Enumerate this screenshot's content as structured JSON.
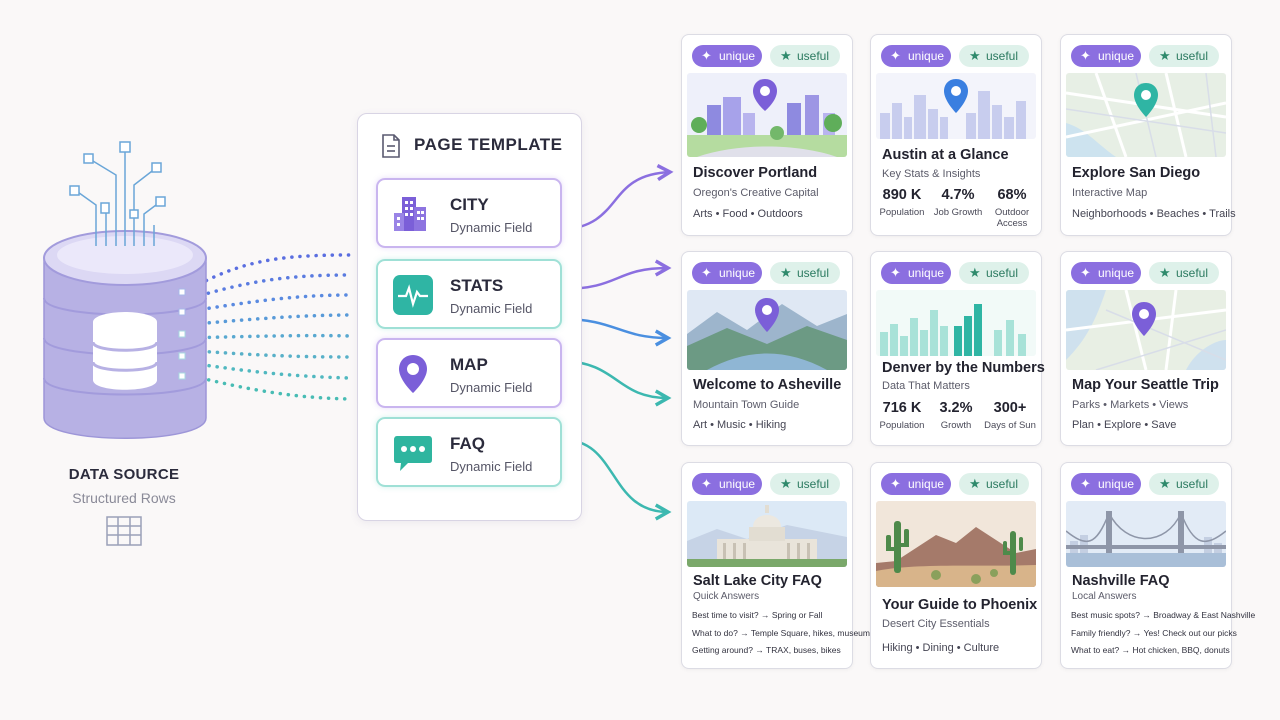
{
  "data_source": {
    "title": "DATA SOURCE",
    "subtitle": "Structured Rows"
  },
  "template": {
    "title": "PAGE TEMPLATE",
    "fields": [
      {
        "name": "CITY",
        "sub": "Dynamic Field",
        "icon": "buildings-icon"
      },
      {
        "name": "STATS",
        "sub": "Dynamic Field",
        "icon": "pulse-icon"
      },
      {
        "name": "MAP",
        "sub": "Dynamic Field",
        "icon": "map-pin-icon"
      },
      {
        "name": "FAQ",
        "sub": "Dynamic Field",
        "icon": "chat-bubble-icon"
      }
    ]
  },
  "badges": {
    "unique": "unique",
    "useful": "useful"
  },
  "colors": {
    "purple": "#8b6fe0",
    "teal": "#3cb8b0",
    "blue": "#4a8fe0"
  },
  "cards": [
    {
      "title": "Discover Portland",
      "subtitle": "Oregon's Creative Capital",
      "tags": "Arts • Food • Outdoors"
    },
    {
      "title": "Austin at a Glance",
      "subtitle": "Key Stats & Insights",
      "stats": [
        {
          "value": "890 K",
          "label": "Population"
        },
        {
          "value": "4.7%",
          "label": "Job Growth"
        },
        {
          "value": "68%",
          "label": "Outdoor Access"
        }
      ]
    },
    {
      "title": "Explore San Diego",
      "subtitle": "Interactive Map",
      "tags": "Neighborhoods • Beaches • Trails"
    },
    {
      "title": "Welcome to Asheville",
      "subtitle": "Mountain Town Guide",
      "tags": "Art • Music • Hiking"
    },
    {
      "title": "Denver by the Numbers",
      "subtitle": "Data That Matters",
      "stats": [
        {
          "value": "716 K",
          "label": "Population"
        },
        {
          "value": "3.2%",
          "label": "Growth"
        },
        {
          "value": "300+",
          "label": "Days of Sun"
        }
      ]
    },
    {
      "title": "Map Your Seattle Trip",
      "subtitle": "Parks • Markets • Views",
      "tags": "Plan • Explore • Save"
    },
    {
      "title": "Salt Lake City FAQ",
      "subtitle": "Quick Answers",
      "faq": [
        {
          "q": "Best time to visit?",
          "a": "Spring or Fall"
        },
        {
          "q": "What to do?",
          "a": "Temple Square, hikes, museums"
        },
        {
          "q": "Getting around?",
          "a": "TRAX, buses, bikes"
        }
      ]
    },
    {
      "title": "Your Guide to Phoenix",
      "subtitle": "Desert City Essentials",
      "tags": "Hiking • Dining • Culture"
    },
    {
      "title": "Nashville FAQ",
      "subtitle": "Local Answers",
      "faq": [
        {
          "q": "Best music spots?",
          "a": "Broadway & East Nashville"
        },
        {
          "q": "Family friendly?",
          "a": "Yes! Check out our picks"
        },
        {
          "q": "What to eat?",
          "a": "Hot chicken, BBQ, donuts"
        }
      ]
    }
  ]
}
